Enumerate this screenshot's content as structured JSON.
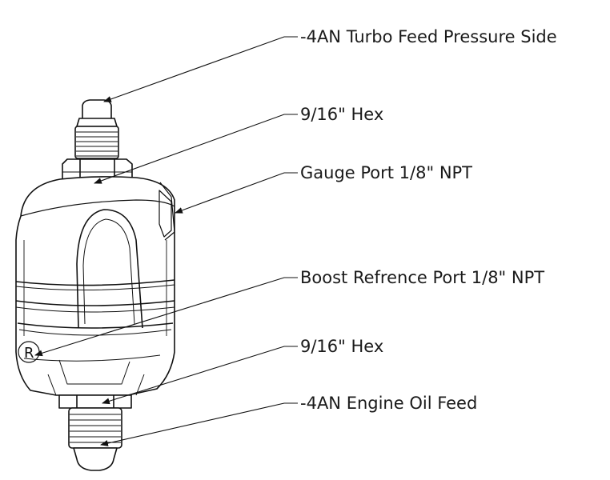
{
  "callouts": [
    {
      "id": "turbo-feed",
      "label": "-4AN Turbo Feed Pressure Side"
    },
    {
      "id": "upper-hex",
      "label": "9/16\" Hex"
    },
    {
      "id": "gauge-port",
      "label": "Gauge Port 1/8\" NPT"
    },
    {
      "id": "boost-port",
      "label": "Boost Refrence Port 1/8\" NPT"
    },
    {
      "id": "lower-hex",
      "label": "9/16\" Hex"
    },
    {
      "id": "engine-oil",
      "label": "-4AN Engine Oil Feed"
    }
  ],
  "stamp": {
    "mark": "R"
  },
  "colors": {
    "line": "#111111",
    "background": "#ffffff"
  }
}
